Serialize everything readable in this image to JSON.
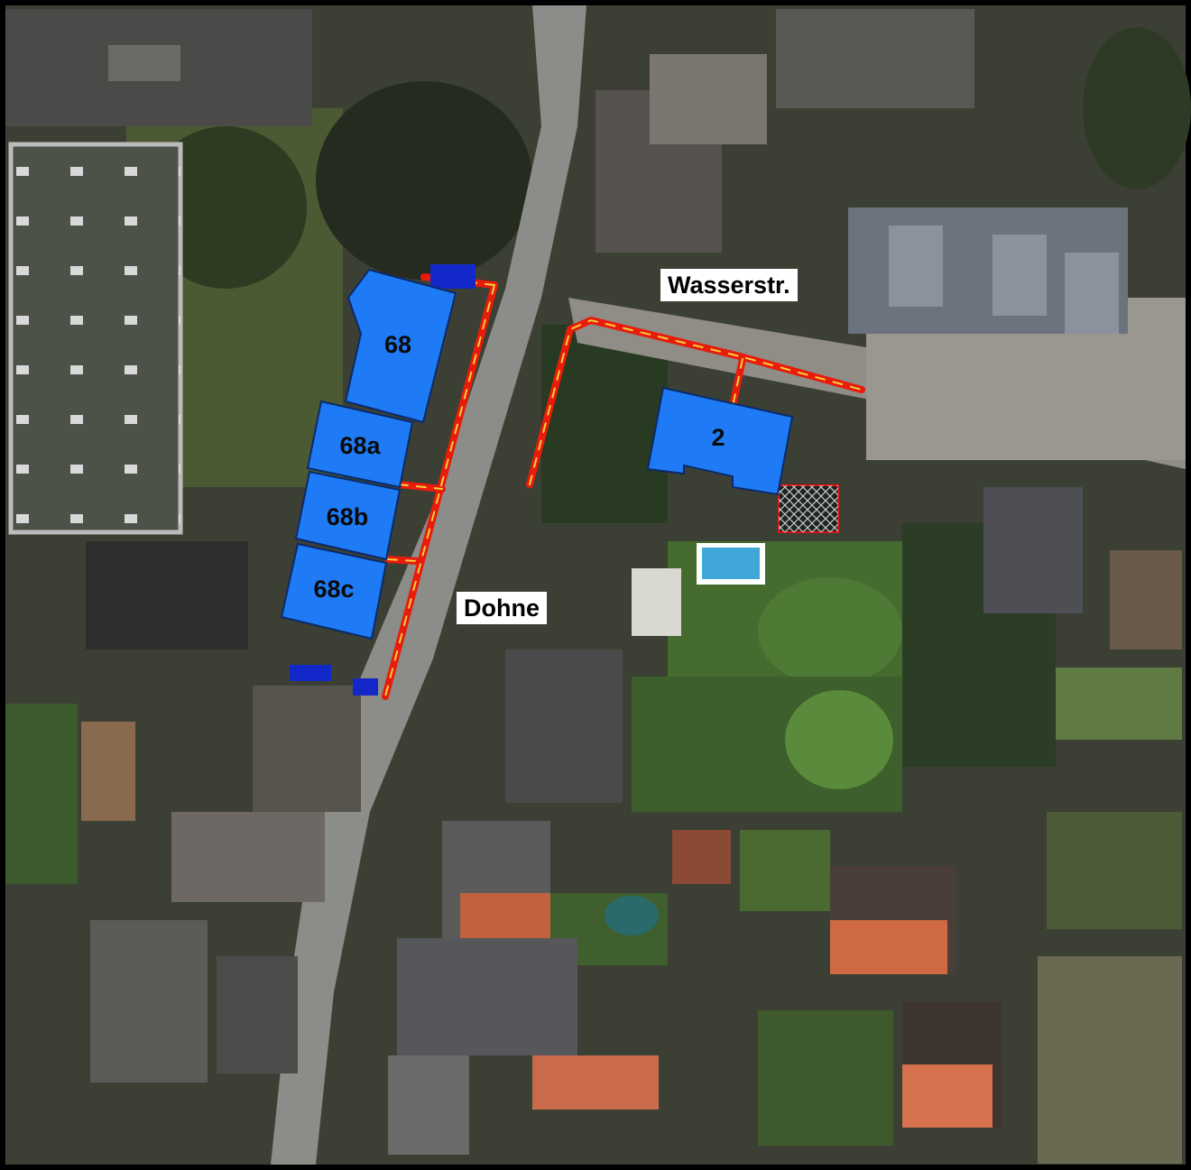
{
  "colors": {
    "frame": "#000000",
    "building_fill": "#1e7bf5",
    "building_stroke": "#0a2a6b",
    "pipe": "#e81b0c",
    "pipe_dash": "#f2d23a",
    "small_block": "#1228c9",
    "hatch": "#e01010"
  },
  "street_labels": {
    "wasserstr": "Wasserstr.",
    "dohne": "Dohne"
  },
  "buildings": {
    "b68": "68",
    "b68a": "68a",
    "b68b": "68b",
    "b68c": "68c",
    "b2": "2"
  }
}
